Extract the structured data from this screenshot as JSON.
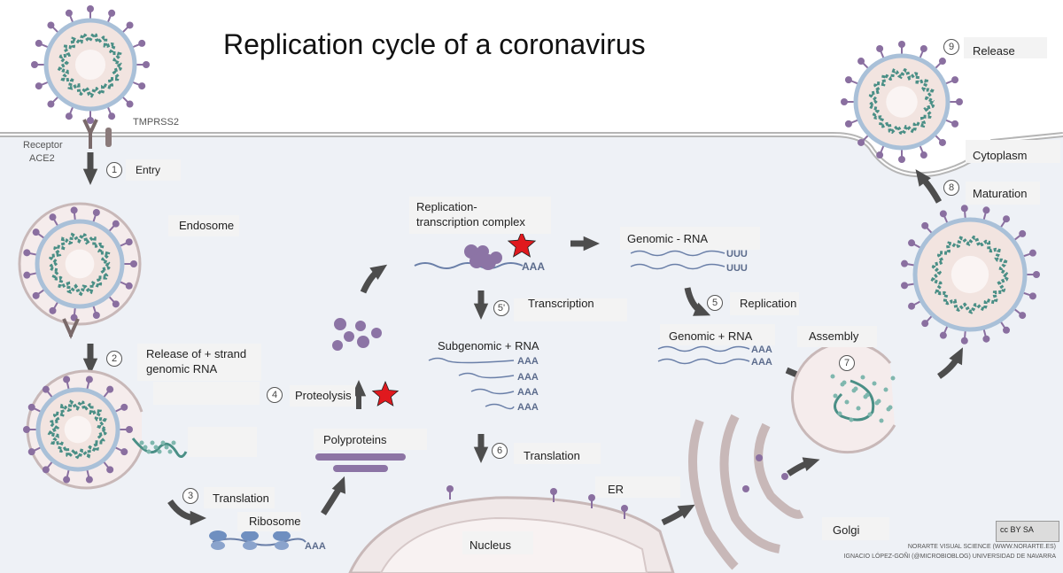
{
  "title": "Replication cycle of a coronavirus",
  "labels": {
    "tmprss2": "TMPRSS2",
    "receptor_line1": "Receptor",
    "receptor_line2": "ACE2",
    "entry": "Entry",
    "endosome": "Endosome",
    "release_strand_line1": "Release of +  strand",
    "release_strand_line2": "genomic RNA",
    "translation_3": "Translation",
    "ribosome": "Ribosome",
    "proteolysis": "Proteolysis",
    "polyproteins": "Polyproteins",
    "rtc_line1": "Replication-",
    "rtc_line2": "transcription complex",
    "genomic_minus": "Genomic - RNA",
    "transcription": "Transcription",
    "subgenomic": "Subgenomic + RNA",
    "replication": "Replication",
    "genomic_plus": "Genomic + RNA",
    "translation_6": "Translation",
    "er": "ER",
    "nucleus": "Nucleus",
    "golgi": "Golgi",
    "assembly": "Assembly",
    "maturation": "Maturation",
    "cytoplasm": "Cytoplasm",
    "release": "Release"
  },
  "steps": {
    "s1": "1",
    "s2": "2",
    "s3": "3",
    "s4": "4",
    "s5p": "5'",
    "s5": "5",
    "s6": "6",
    "s7": "7",
    "s8": "8",
    "s9": "9"
  },
  "rna": {
    "aaa": "AAA",
    "uuu": "UUU"
  },
  "credit": {
    "line1": "NORARTE VISUAL SCIENCE (WWW.NORARTE.ES)",
    "line2": "IGNACIO LÓPEZ-GOÑI (@MICROBIOBLOG) UNIVERSIDAD DE NAVARRA",
    "badge": "cc BY SA"
  },
  "colors": {
    "virus_spike": "#8a6fa0",
    "virus_body": "#f2e4e0",
    "envelope": "#a9c0d8",
    "rna": "#4a8f86",
    "arrow": "#4d4d4d",
    "star": "#e0191e",
    "cytoplasm": "#eef1f6",
    "polyprotein": "#8c74a5",
    "ribosome": "#6f8fc0"
  }
}
